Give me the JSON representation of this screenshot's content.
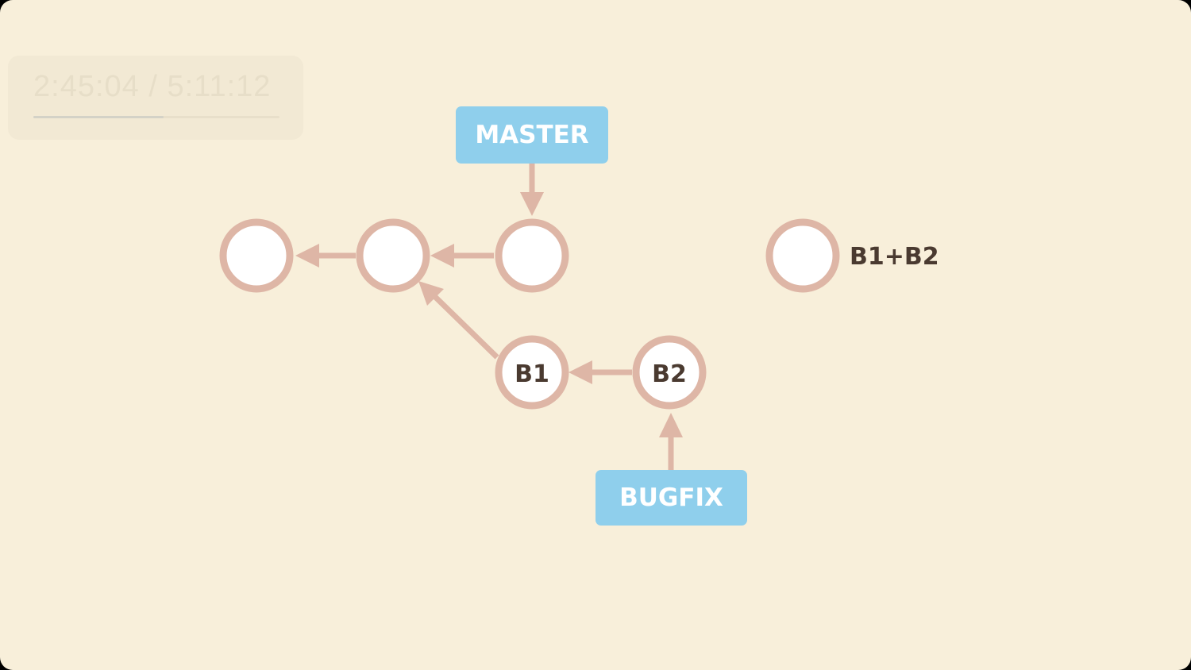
{
  "player": {
    "time": "2:45:04 / 5:11:12",
    "progress": 0.53
  },
  "diagram": {
    "branches": {
      "master": "MASTER",
      "bugfix": "BUGFIX"
    },
    "commits": {
      "b1": "B1",
      "b2": "B2",
      "merge_label": "B1+B2"
    },
    "colors": {
      "background": "#f8efda",
      "commit_stroke": "#deb6a6",
      "arrow": "#deb6a6",
      "branch_label_bg": "#8fcfec",
      "branch_label_text": "#ffffff",
      "commit_text": "#4a3a30"
    }
  }
}
